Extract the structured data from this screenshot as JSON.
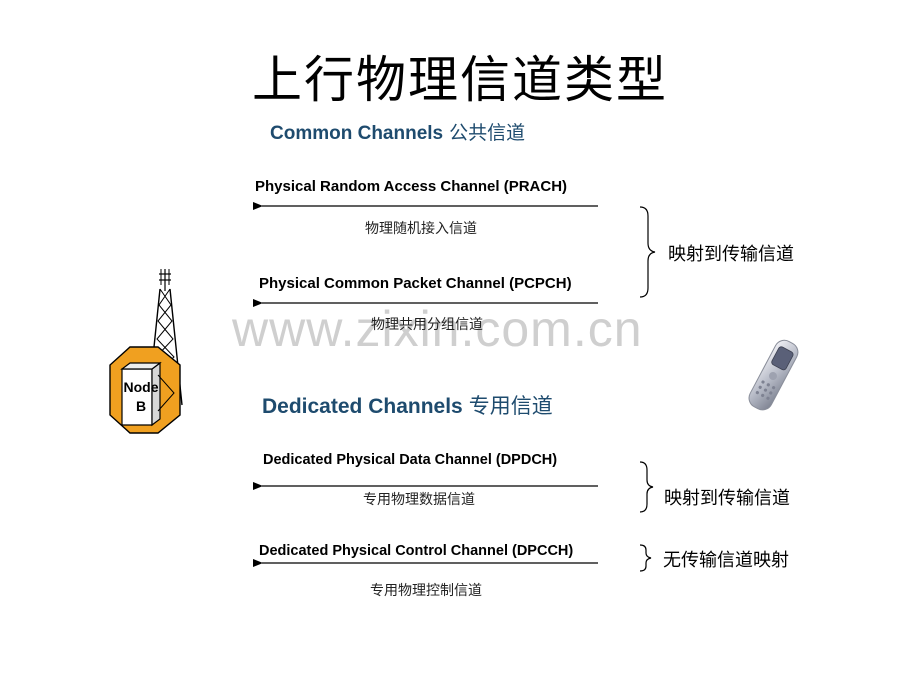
{
  "title": "上行物理信道类型",
  "watermark": "www.zixin.com.cn",
  "node": {
    "line1": "Node",
    "line2": "B"
  },
  "common": {
    "heading_en": "Common Channels",
    "heading_cn": "公共信道",
    "channels": [
      {
        "name": "Physical Random Access Channel (PRACH)",
        "cn": "物理随机接入信道"
      },
      {
        "name": "Physical Common Packet Channel (PCPCH)",
        "cn": "物理共用分组信道"
      }
    ],
    "mapping": "映射到传输信道"
  },
  "dedicated": {
    "heading_en": "Dedicated Channels",
    "heading_cn": "专用信道",
    "channels": [
      {
        "name": "Dedicated Physical Data Channel (DPDCH)",
        "cn": "专用物理数据信道",
        "mapping": "映射到传输信道"
      },
      {
        "name": "Dedicated Physical Control Channel (DPCCH)",
        "cn": "专用物理控制信道",
        "mapping": "无传输信道映射"
      }
    ]
  },
  "colors": {
    "heading": "#1e4b6e",
    "node_orange": "#f0a020",
    "watermark": "#cfcfcf"
  }
}
